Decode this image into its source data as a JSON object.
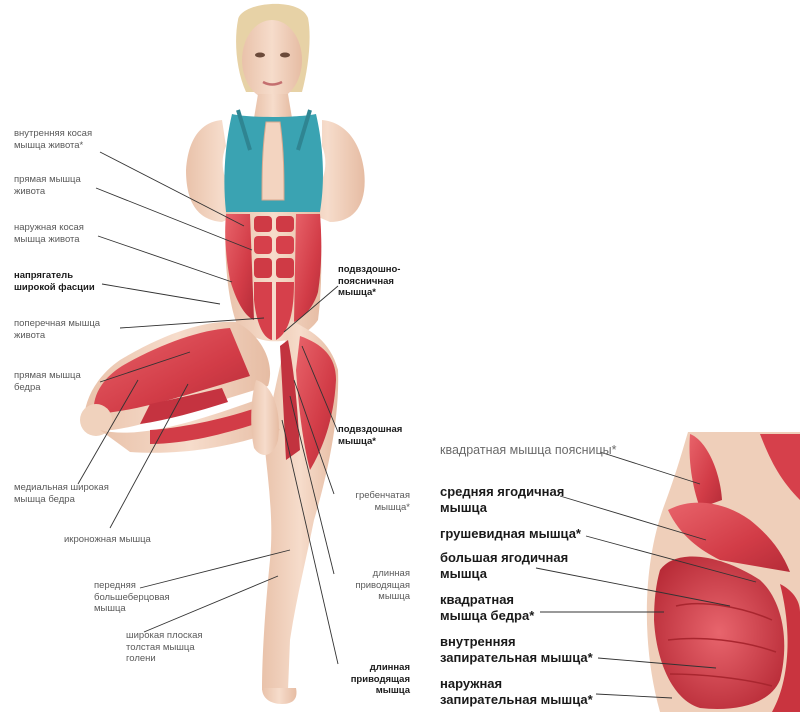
{
  "figure": {
    "labels": {
      "internal_oblique": "внутренняя косая\nмышца живота*",
      "rectus_abdominis": "прямая мышца\nживота",
      "external_oblique": "наружная косая\nмышца живота",
      "tensor_fasciae_latae": "напрягатель\nширокой фасции",
      "transversus_abdominis": "поперечная мышца\nживота",
      "rectus_femoris": "прямая мышца\nбедра",
      "vastus_medialis": "медиальная широкая\nмышца бедра",
      "gastrocnemius": "икроножная мышца",
      "tibialis_anterior": "передняя\nбольшеберцовая\nмышца",
      "soleus": "широкая плоская\nтолстая мышца\nголени",
      "iliopsoas": "подвздошно-\nпоясничная\nмышца*",
      "iliacus": "подвздошная\nмышца*",
      "pectineus": "гребенчатая\nмышца*",
      "adductor_longus": "длинная\nприводящая\nмышца",
      "adductor_magnus": "длинная\nприводящая\nмышца"
    }
  },
  "inset": {
    "labels": {
      "quadratus_lumborum": "квадратная мышца поясницы*",
      "gluteus_medius": "средняя ягодичная\nмышца",
      "piriformis": "грушевидная мышца*",
      "gluteus_maximus": "большая ягодичная\nмышца",
      "quadratus_femoris": "квадратная\nмышца бедра*",
      "obturator_internus": "внутренняя\nзапирательная мышца*",
      "obturator_externus": "наружная\nзапирательная мышца*"
    }
  },
  "colors": {
    "muscle": "#d9404a",
    "muscle_dark": "#b02a36",
    "skin": "#f1d3bf",
    "top": "#3aa3b2",
    "leader": "#333333"
  }
}
